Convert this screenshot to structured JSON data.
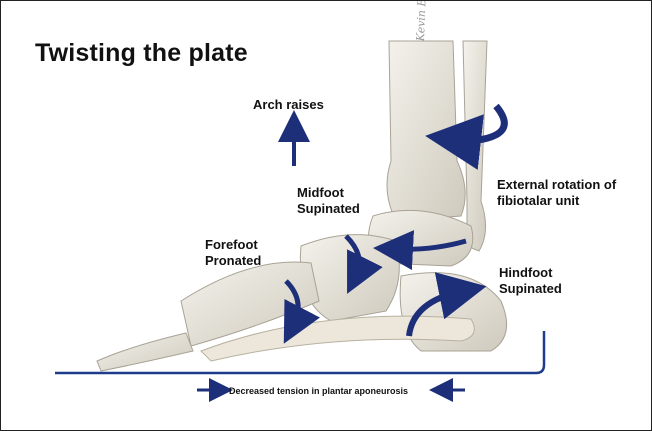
{
  "title": "Twisting the plate",
  "labels": {
    "arch": "Arch raises",
    "midfoot_line1": "Midfoot",
    "midfoot_line2": "Supinated",
    "forefoot_line1": "Forefoot",
    "forefoot_line2": "Pronated",
    "external_line1": "External rotation of",
    "external_line2": "fibiotalar unit",
    "hindfoot_line1": "Hindfoot",
    "hindfoot_line2": "Supinated"
  },
  "caption": "Decreased tension in plantar aponeurosis",
  "signature": "Kevin B. Kennedy",
  "colors": {
    "arrow": "#1e2f7a",
    "ground": "#1f3b8c",
    "bone_fill": "#e9e6dd",
    "bone_stroke": "#a9a396"
  }
}
